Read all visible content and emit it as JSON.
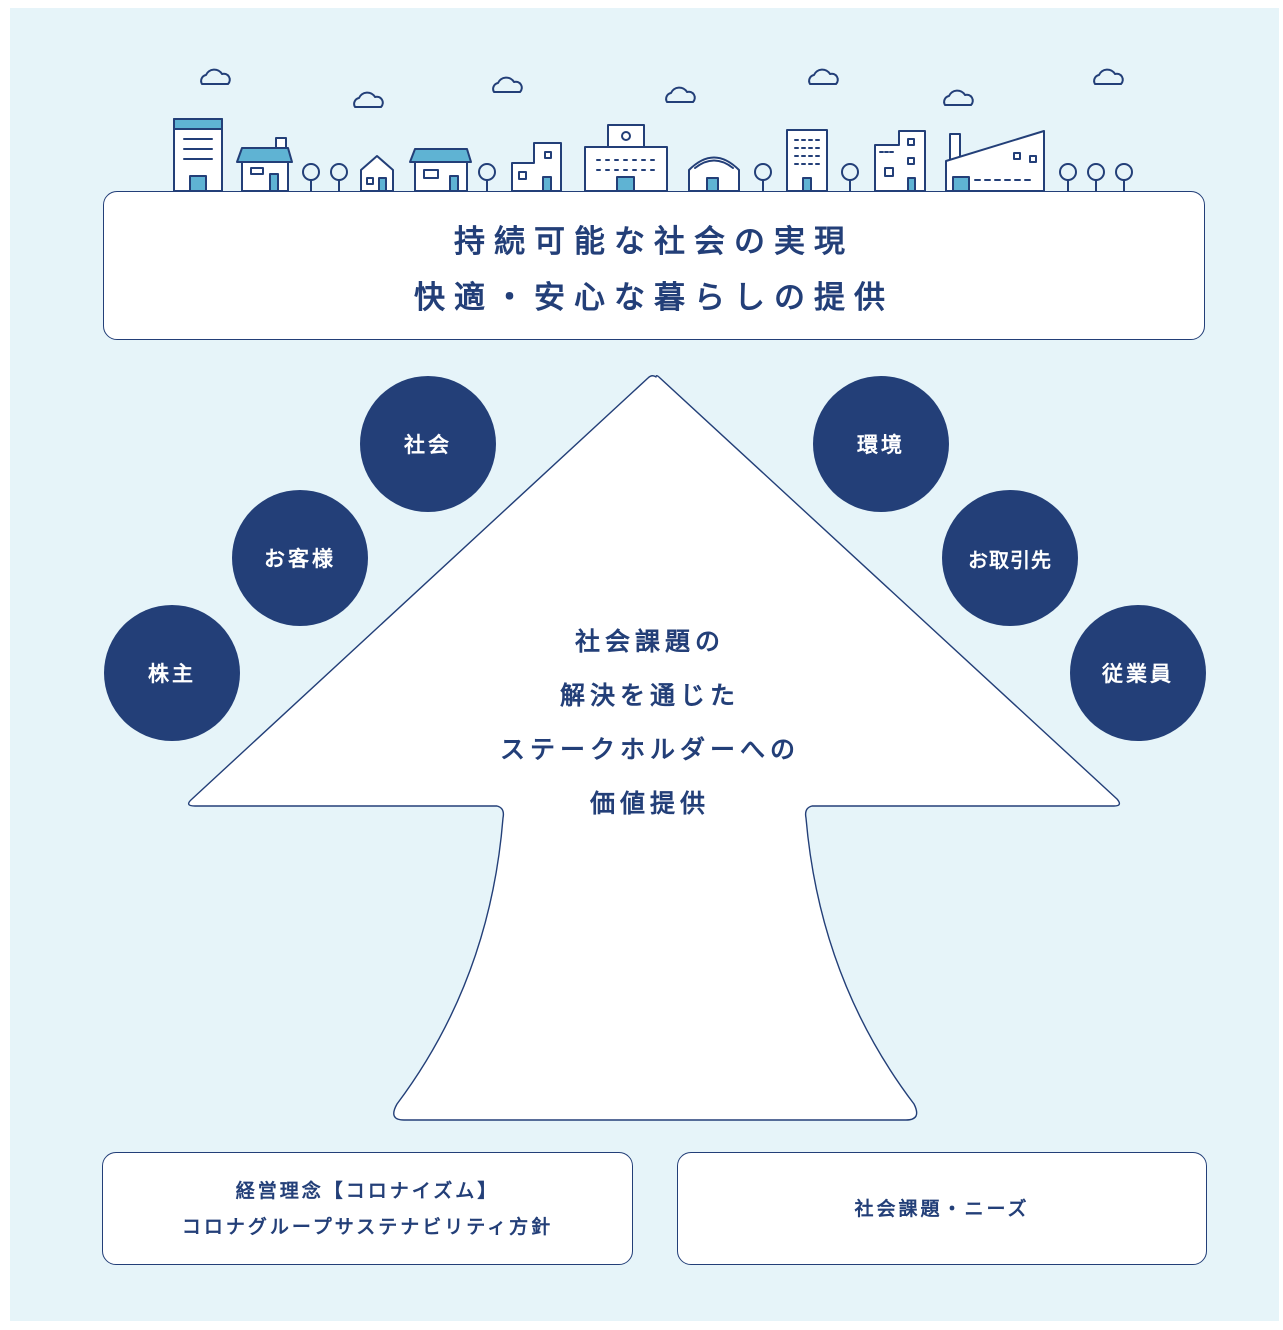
{
  "goal": {
    "line1": "持続可能な社会の実現",
    "line2": "快適・安心な暮らしの提供"
  },
  "arrow": {
    "lines": [
      "社会課題の",
      "解決を通じた",
      "ステークホルダーへの",
      "価値提供"
    ]
  },
  "stakeholders": {
    "left": [
      "株主",
      "お客様",
      "社会"
    ],
    "right": [
      "環境",
      "お取引先",
      "従業員"
    ]
  },
  "foundation": {
    "left": {
      "line1": "経営理念【コロナイズム】",
      "line2": "コロナグループサステナビリティ方針"
    },
    "right": "社会課題・ニーズ"
  },
  "colors": {
    "navy": "#233f78",
    "sky_bg": "#e6f4f9",
    "accent_blue": "#5fb3d3",
    "white": "#ffffff"
  },
  "icons": [
    "cloud-icon",
    "building-icon",
    "tree-icon",
    "house-icon",
    "school-icon",
    "factory-icon"
  ]
}
